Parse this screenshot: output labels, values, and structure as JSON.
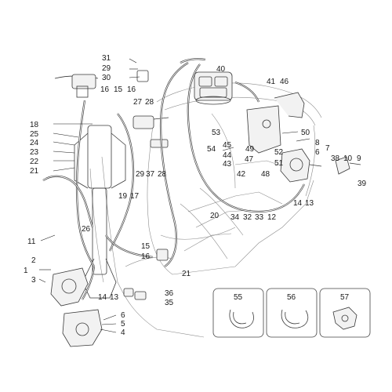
{
  "callouts": [
    {
      "id": "c31",
      "text": "31"
    },
    {
      "id": "c29a",
      "text": "29"
    },
    {
      "id": "c30",
      "text": "30"
    },
    {
      "id": "c40",
      "text": "40"
    },
    {
      "id": "c41",
      "text": "41"
    },
    {
      "id": "c46",
      "text": "46"
    },
    {
      "id": "c16a",
      "text": "16"
    },
    {
      "id": "c15a",
      "text": "15"
    },
    {
      "id": "c16b",
      "text": "16"
    },
    {
      "id": "c27",
      "text": "27"
    },
    {
      "id": "c28a",
      "text": "28"
    },
    {
      "id": "c18",
      "text": "18"
    },
    {
      "id": "c25",
      "text": "25"
    },
    {
      "id": "c24",
      "text": "24"
    },
    {
      "id": "c23",
      "text": "23"
    },
    {
      "id": "c22",
      "text": "22"
    },
    {
      "id": "c21a",
      "text": "21"
    },
    {
      "id": "c53",
      "text": "53"
    },
    {
      "id": "c50",
      "text": "50"
    },
    {
      "id": "c45",
      "text": "45"
    },
    {
      "id": "c49",
      "text": "49"
    },
    {
      "id": "c54",
      "text": "54"
    },
    {
      "id": "c44",
      "text": "44"
    },
    {
      "id": "c43",
      "text": "43"
    },
    {
      "id": "c47",
      "text": "47"
    },
    {
      "id": "c42",
      "text": "42"
    },
    {
      "id": "c48",
      "text": "48"
    },
    {
      "id": "c52",
      "text": "52"
    },
    {
      "id": "c51",
      "text": "51"
    },
    {
      "id": "c8",
      "text": "8"
    },
    {
      "id": "c7",
      "text": "7"
    },
    {
      "id": "c6a",
      "text": "6"
    },
    {
      "id": "c38",
      "text": "38"
    },
    {
      "id": "c10",
      "text": "10"
    },
    {
      "id": "c9",
      "text": "9"
    },
    {
      "id": "c39",
      "text": "39"
    },
    {
      "id": "c29b",
      "text": "29"
    },
    {
      "id": "c37",
      "text": "37"
    },
    {
      "id": "c28b",
      "text": "28"
    },
    {
      "id": "c19",
      "text": "19"
    },
    {
      "id": "c17",
      "text": "17"
    },
    {
      "id": "c20",
      "text": "20"
    },
    {
      "id": "c34",
      "text": "34"
    },
    {
      "id": "c32",
      "text": "32"
    },
    {
      "id": "c33",
      "text": "33"
    },
    {
      "id": "c12",
      "text": "12"
    },
    {
      "id": "c14a",
      "text": "14"
    },
    {
      "id": "c13a",
      "text": "13"
    },
    {
      "id": "c26",
      "text": "26"
    },
    {
      "id": "c11",
      "text": "11"
    },
    {
      "id": "c15b",
      "text": "15"
    },
    {
      "id": "c16c",
      "text": "16"
    },
    {
      "id": "c21b",
      "text": "21"
    },
    {
      "id": "c2",
      "text": "2"
    },
    {
      "id": "c1",
      "text": "1"
    },
    {
      "id": "c3",
      "text": "3"
    },
    {
      "id": "c14b",
      "text": "14"
    },
    {
      "id": "c13b",
      "text": "13"
    },
    {
      "id": "c36",
      "text": "36"
    },
    {
      "id": "c35",
      "text": "35"
    },
    {
      "id": "c6b",
      "text": "6"
    },
    {
      "id": "c5",
      "text": "5"
    },
    {
      "id": "c4",
      "text": "4"
    }
  ],
  "inset_boxes": [
    {
      "id": "box55",
      "label": "55"
    },
    {
      "id": "box56",
      "label": "56"
    },
    {
      "id": "box57",
      "label": "57"
    }
  ]
}
